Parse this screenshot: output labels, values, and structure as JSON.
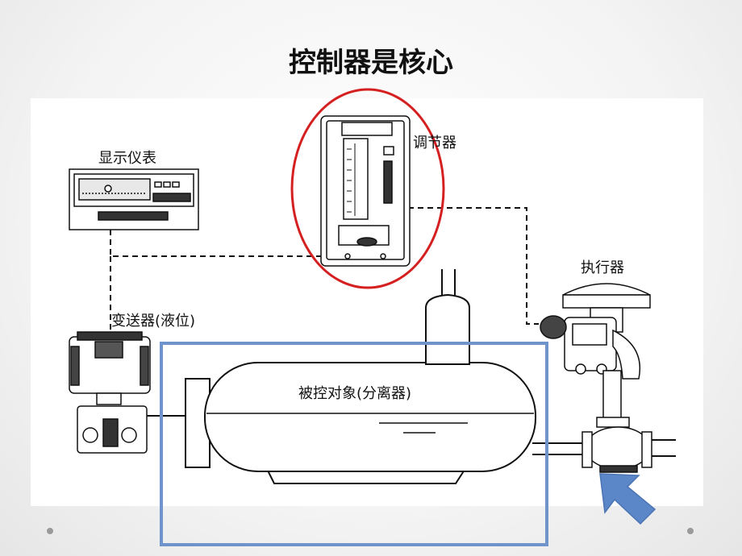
{
  "title": "控制器是核心",
  "labels": {
    "display": "显示仪表",
    "controller": "调节器",
    "actuator": "执行器",
    "transmitter": "变送器(液位)",
    "process": "被控对象(分离器)"
  },
  "colors": {
    "highlight_ellipse": "#d42020",
    "highlight_box": "#6f94cc",
    "arrow": "#5b86c8",
    "line": "#111111"
  },
  "icons": [
    "display-meter-icon",
    "controller-panel-icon",
    "valve-actuator-icon",
    "level-transmitter-icon",
    "separator-tank-icon",
    "pointer-arrow-icon"
  ]
}
